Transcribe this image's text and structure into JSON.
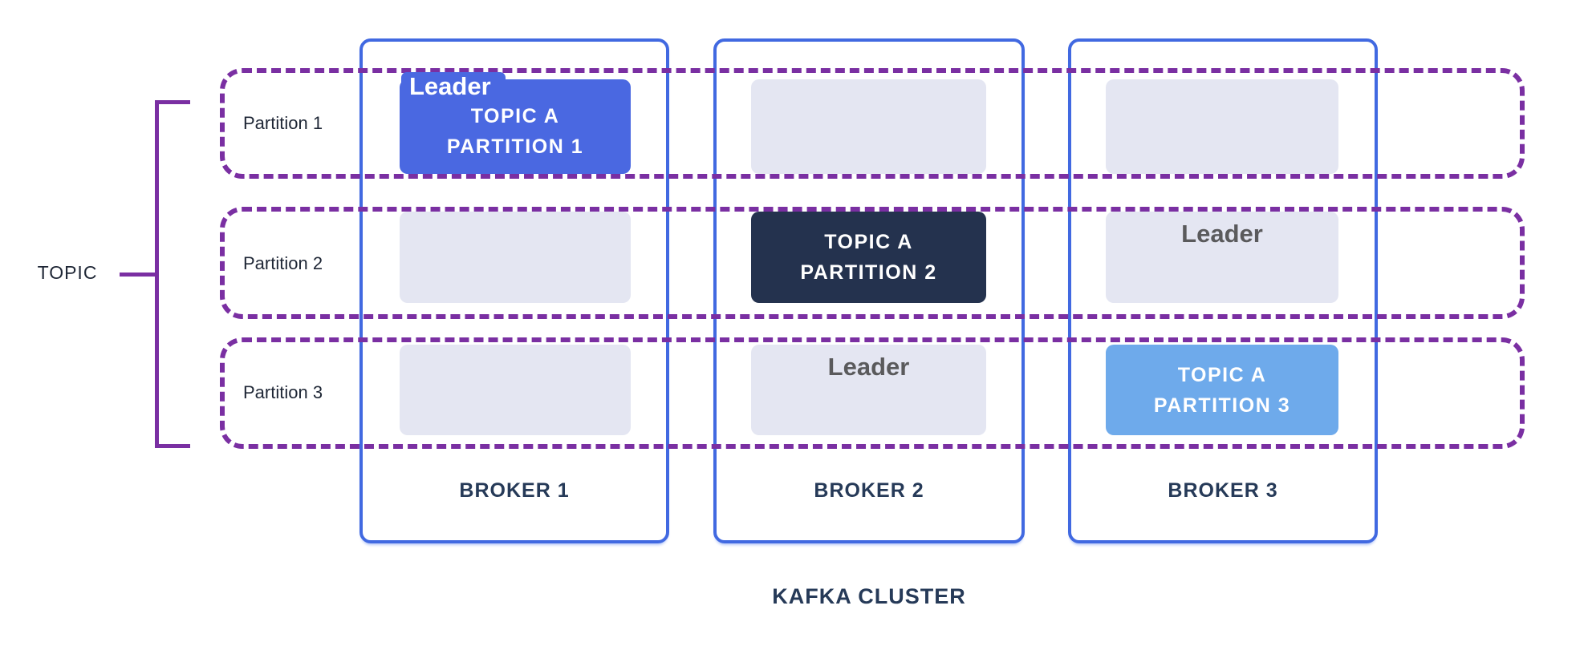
{
  "topic": {
    "label": "TOPIC"
  },
  "cluster": {
    "label": "KAFKA CLUSTER"
  },
  "partitions": [
    {
      "label": "Partition 1"
    },
    {
      "label": "Partition 2"
    },
    {
      "label": "Partition 3"
    }
  ],
  "brokers": [
    {
      "label": "BROKER 1"
    },
    {
      "label": "BROKER 2"
    },
    {
      "label": "BROKER 3"
    }
  ],
  "cells": {
    "partition1_broker1": {
      "leader_tag": "Leader",
      "line1": "TOPIC A",
      "line2": "PARTITION 1"
    },
    "partition2_broker2": {
      "line1": "TOPIC A",
      "line2": "PARTITION 2"
    },
    "partition2_broker3": {
      "leader_label": "Leader"
    },
    "partition3_broker2": {
      "leader_label": "Leader"
    },
    "partition3_broker3": {
      "line1": "TOPIC A",
      "line2": "PARTITION 3"
    }
  },
  "colors": {
    "dashed_purple": "#7A2FA2",
    "broker_border_blue": "#4169E1",
    "leader_box_blue": "#4A68E1",
    "partition2_box_navy": "#24324E",
    "partition3_box_lightblue": "#6EAAEB",
    "replica_box_gray": "#E4E6F2",
    "leader_text_gray": "#5A5A5C",
    "heading_text_navy": "#263A58",
    "label_text_dark": "#1E2635"
  }
}
